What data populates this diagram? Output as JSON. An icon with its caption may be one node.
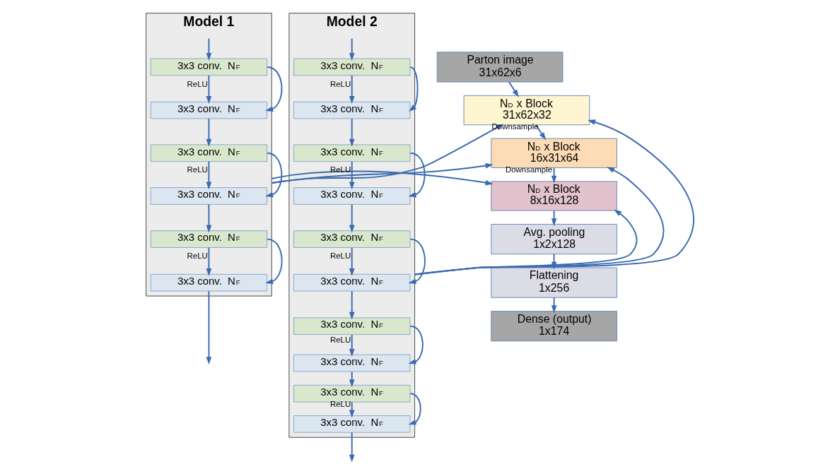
{
  "diagram": {
    "nodes": [
      {
        "text": [
          "Model 1"
        ]
      },
      {
        "text": [
          "3x3 conv.  N$_{F}$"
        ],
        "in": 0
      },
      {
        "text": [
          "3x3 conv.  N$_{F}$"
        ],
        "in": 0
      },
      {
        "text": [
          "3x3 conv.  N$_{F}$"
        ],
        "in": 0
      },
      {
        "text": [
          "3x3 conv.  N$_{F}$"
        ],
        "in": 0
      },
      {
        "text": [
          "3x3 conv.  N$_{F}$"
        ],
        "in": 0
      },
      {
        "text": [
          "3x3 conv.  N$_{F}$"
        ],
        "in": 0
      },
      {
        "text": [
          "Parton image",
          "31x62x6"
        ]
      },
      {
        "text": [
          "N$_{D}$ x Block",
          "31x62x32"
        ]
      },
      {
        "text": [
          "N$_{D}$ x Block",
          "16x31x64"
        ]
      },
      {
        "text": [
          "N$_{D}$ x Block",
          "8x16x128"
        ]
      },
      {
        "text": [
          "Avg. pooling",
          "1x2x128"
        ]
      },
      {
        "text": [
          "Flattening",
          "1x256"
        ]
      },
      {
        "text": [
          "Dense (output)",
          "1x174"
        ]
      },
      {
        "text": [
          "Model 2"
        ]
      },
      {
        "text": [
          "3x3 conv.  N$_{F}$"
        ],
        "in": 14
      },
      {
        "text": [
          "3x3 conv.  N$_{F}$"
        ],
        "in": 14
      },
      {
        "text": [
          "3x3 conv.  N$_{F}$"
        ],
        "in": 14
      },
      {
        "text": [
          "3x3 conv.  N$_{F}$"
        ],
        "in": 14
      },
      {
        "text": [
          "3x3 conv.  N$_{F}$"
        ],
        "in": 14
      },
      {
        "text": [
          "3x3 conv.  N$_{F}$"
        ],
        "in": 14
      },
      {
        "text": [
          "3x3 conv.  N$_{F}$"
        ],
        "in": 14
      },
      {
        "text": [
          "3x3 conv.  N$_{F}$"
        ],
        "in": 14
      },
      {
        "text": [
          "3x3 conv.  N$_{F}$"
        ],
        "in": 14
      },
      {
        "text": [
          "3x3 conv.  N$_{F}$"
        ],
        "in": 14
      }
    ],
    "edges": [
      {
        "from": null,
        "to": 1,
        "arrow": "to"
      },
      {
        "from": 1,
        "to": 2,
        "arrow": "to",
        "label": "ReLU"
      },
      {
        "from": 1,
        "to": 2,
        "arrow": "to"
      },
      {
        "from": 2,
        "to": 3,
        "arrow": "to"
      },
      {
        "from": 3,
        "to": 4,
        "arrow": "to",
        "label": "ReLU"
      },
      {
        "from": 3,
        "to": 4,
        "arrow": "to"
      },
      {
        "from": 4,
        "to": 5,
        "arrow": "to"
      },
      {
        "from": 5,
        "to": 6,
        "arrow": "to",
        "label": "ReLU"
      },
      {
        "from": 5,
        "to": 6,
        "arrow": "to"
      },
      {
        "from": 6,
        "to": null,
        "arrow": "to"
      },
      {
        "from": 7,
        "to": 8,
        "arrow": "to"
      },
      {
        "from": 8,
        "to": 9,
        "arrow": "to",
        "label": "Downsample"
      },
      {
        "from": 9,
        "to": 10,
        "arrow": "to",
        "label": "Downsample"
      },
      {
        "from": 10,
        "to": 11,
        "arrow": "to"
      },
      {
        "from": 11,
        "to": 12,
        "arrow": "to"
      },
      {
        "from": 12,
        "to": 13,
        "arrow": "to"
      },
      {
        "from": 0,
        "to": 8,
        "arrow": "to"
      },
      {
        "from": 0,
        "to": 9,
        "arrow": "to"
      },
      {
        "from": 0,
        "to": 10,
        "arrow": "to"
      },
      {
        "from": 14,
        "to": 8,
        "arrow": "to"
      },
      {
        "from": 14,
        "to": 9,
        "arrow": "to"
      },
      {
        "from": 14,
        "to": 10,
        "arrow": "to"
      },
      {
        "from": null,
        "to": 15,
        "arrow": "to"
      },
      {
        "from": 15,
        "to": 16,
        "arrow": "to",
        "label": "ReLU"
      },
      {
        "from": 15,
        "to": 16,
        "arrow": "to"
      },
      {
        "from": 16,
        "to": 17,
        "arrow": "to"
      },
      {
        "from": 17,
        "to": 18,
        "arrow": "to",
        "label": "ReLU"
      },
      {
        "from": 17,
        "to": 18,
        "arrow": "to"
      },
      {
        "from": 18,
        "to": 19,
        "arrow": "to"
      },
      {
        "from": 19,
        "to": 20,
        "arrow": "to",
        "label": "ReLU"
      },
      {
        "from": 19,
        "to": 20,
        "arrow": "to"
      },
      {
        "from": 20,
        "to": 21,
        "arrow": "to"
      },
      {
        "from": 21,
        "to": 22,
        "arrow": "to",
        "label": "ReLU"
      },
      {
        "from": 21,
        "to": 22,
        "arrow": "to"
      },
      {
        "from": 22,
        "to": 23,
        "arrow": "to"
      },
      {
        "from": 23,
        "to": 24,
        "arrow": "to",
        "label": "ReLU"
      },
      {
        "from": 23,
        "to": 24,
        "arrow": "to"
      },
      {
        "from": 24,
        "to": null,
        "arrow": "to"
      }
    ]
  }
}
